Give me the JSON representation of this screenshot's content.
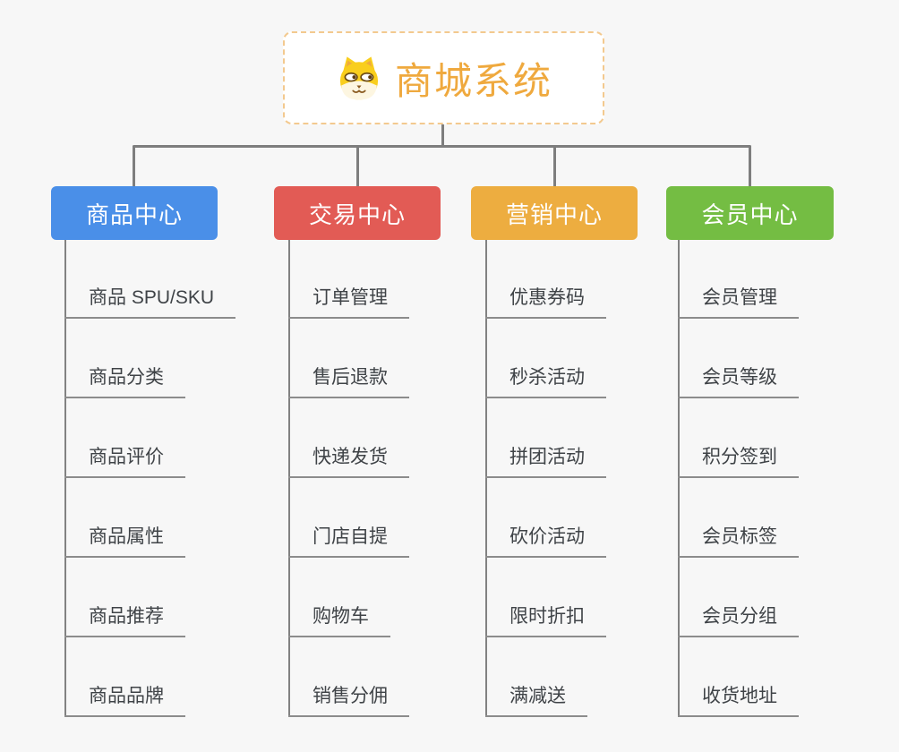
{
  "background_color": "#F7F7F7",
  "connector_color": "#7E7E7E",
  "root": {
    "title": "商城系统",
    "icon": "dog-icon",
    "text_color": "#EFA93E",
    "border_color": "#F3C98F",
    "background": "#FFFFFF"
  },
  "branches": [
    {
      "label": "商品中心",
      "color": "#4A8FE8",
      "items": [
        "商品 SPU/SKU",
        "商品分类",
        "商品评价",
        "商品属性",
        "商品推荐",
        "商品品牌"
      ]
    },
    {
      "label": "交易中心",
      "color": "#E25B55",
      "items": [
        "订单管理",
        "售后退款",
        "快递发货",
        "门店自提",
        "购物车",
        "销售分佣"
      ]
    },
    {
      "label": "营销中心",
      "color": "#EDAD40",
      "items": [
        "优惠券码",
        "秒杀活动",
        "拼团活动",
        "砍价活动",
        "限时折扣",
        "满减送"
      ]
    },
    {
      "label": "会员中心",
      "color": "#74BD43",
      "items": [
        "会员管理",
        "会员等级",
        "积分签到",
        "会员标签",
        "会员分组",
        "收货地址"
      ]
    }
  ]
}
